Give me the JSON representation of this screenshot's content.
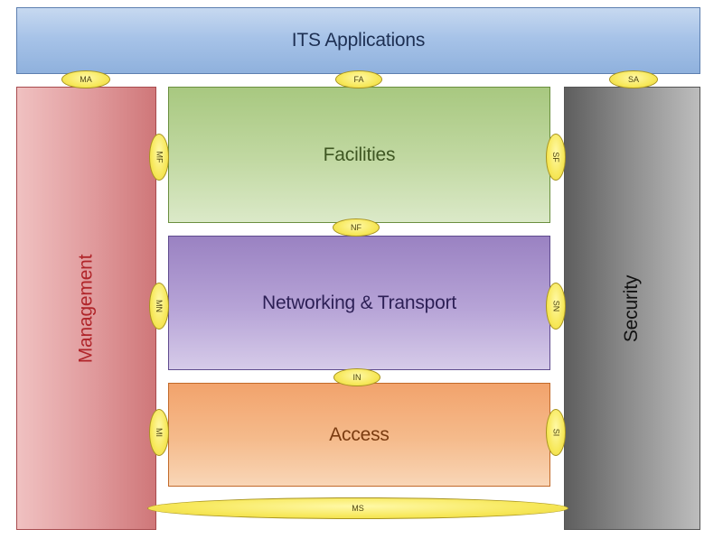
{
  "blocks": {
    "its_applications": "ITS Applications",
    "management": "Management",
    "security": "Security",
    "facilities": "Facilities",
    "networking_transport": "Networking & Transport",
    "access": "Access"
  },
  "saps": {
    "ma": "MA",
    "fa": "FA",
    "sa": "SA",
    "mf": "MF",
    "sf": "SF",
    "nf": "NF",
    "mn": "MN",
    "sn": "SN",
    "in": "IN",
    "mi": "MI",
    "si": "SI",
    "ms": "MS"
  }
}
